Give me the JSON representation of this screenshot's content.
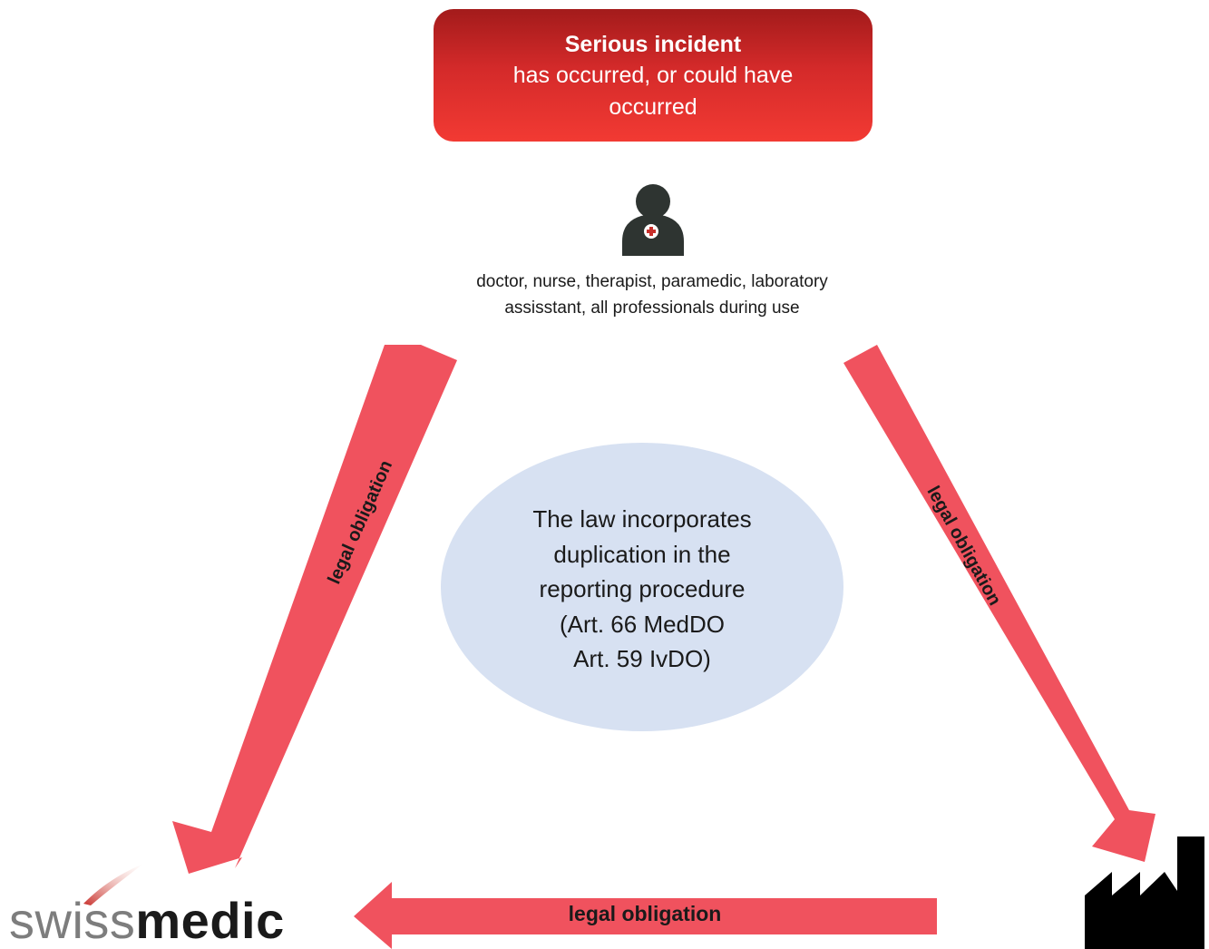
{
  "incident": {
    "title": "Serious incident",
    "subtitle": "has occurred, or could have occurred"
  },
  "professionals": {
    "text": "doctor, nurse, therapist, paramedic, laboratory assisstant, all professionals during use"
  },
  "law_note": {
    "line1": "The law incorporates",
    "line2": "duplication in the",
    "line3": "reporting procedure",
    "line4": "(Art. 66 MedDO",
    "line5": "Art. 59 IvDO)"
  },
  "arrows": {
    "left_label": "legal obligation",
    "right_label": "legal obligation",
    "bottom_label": "legal obligation"
  },
  "logo": {
    "part1": "swiss",
    "part2": "medic"
  },
  "icons": {
    "professional": "person-with-medical-cross-icon",
    "manufacturer": "factory-icon"
  },
  "colors": {
    "incident_box": "#e8302c",
    "arrow": "#f0525e",
    "ellipse": "#d7e1f2",
    "icon": "#2e3431",
    "cross_badge": "#c8302c"
  }
}
